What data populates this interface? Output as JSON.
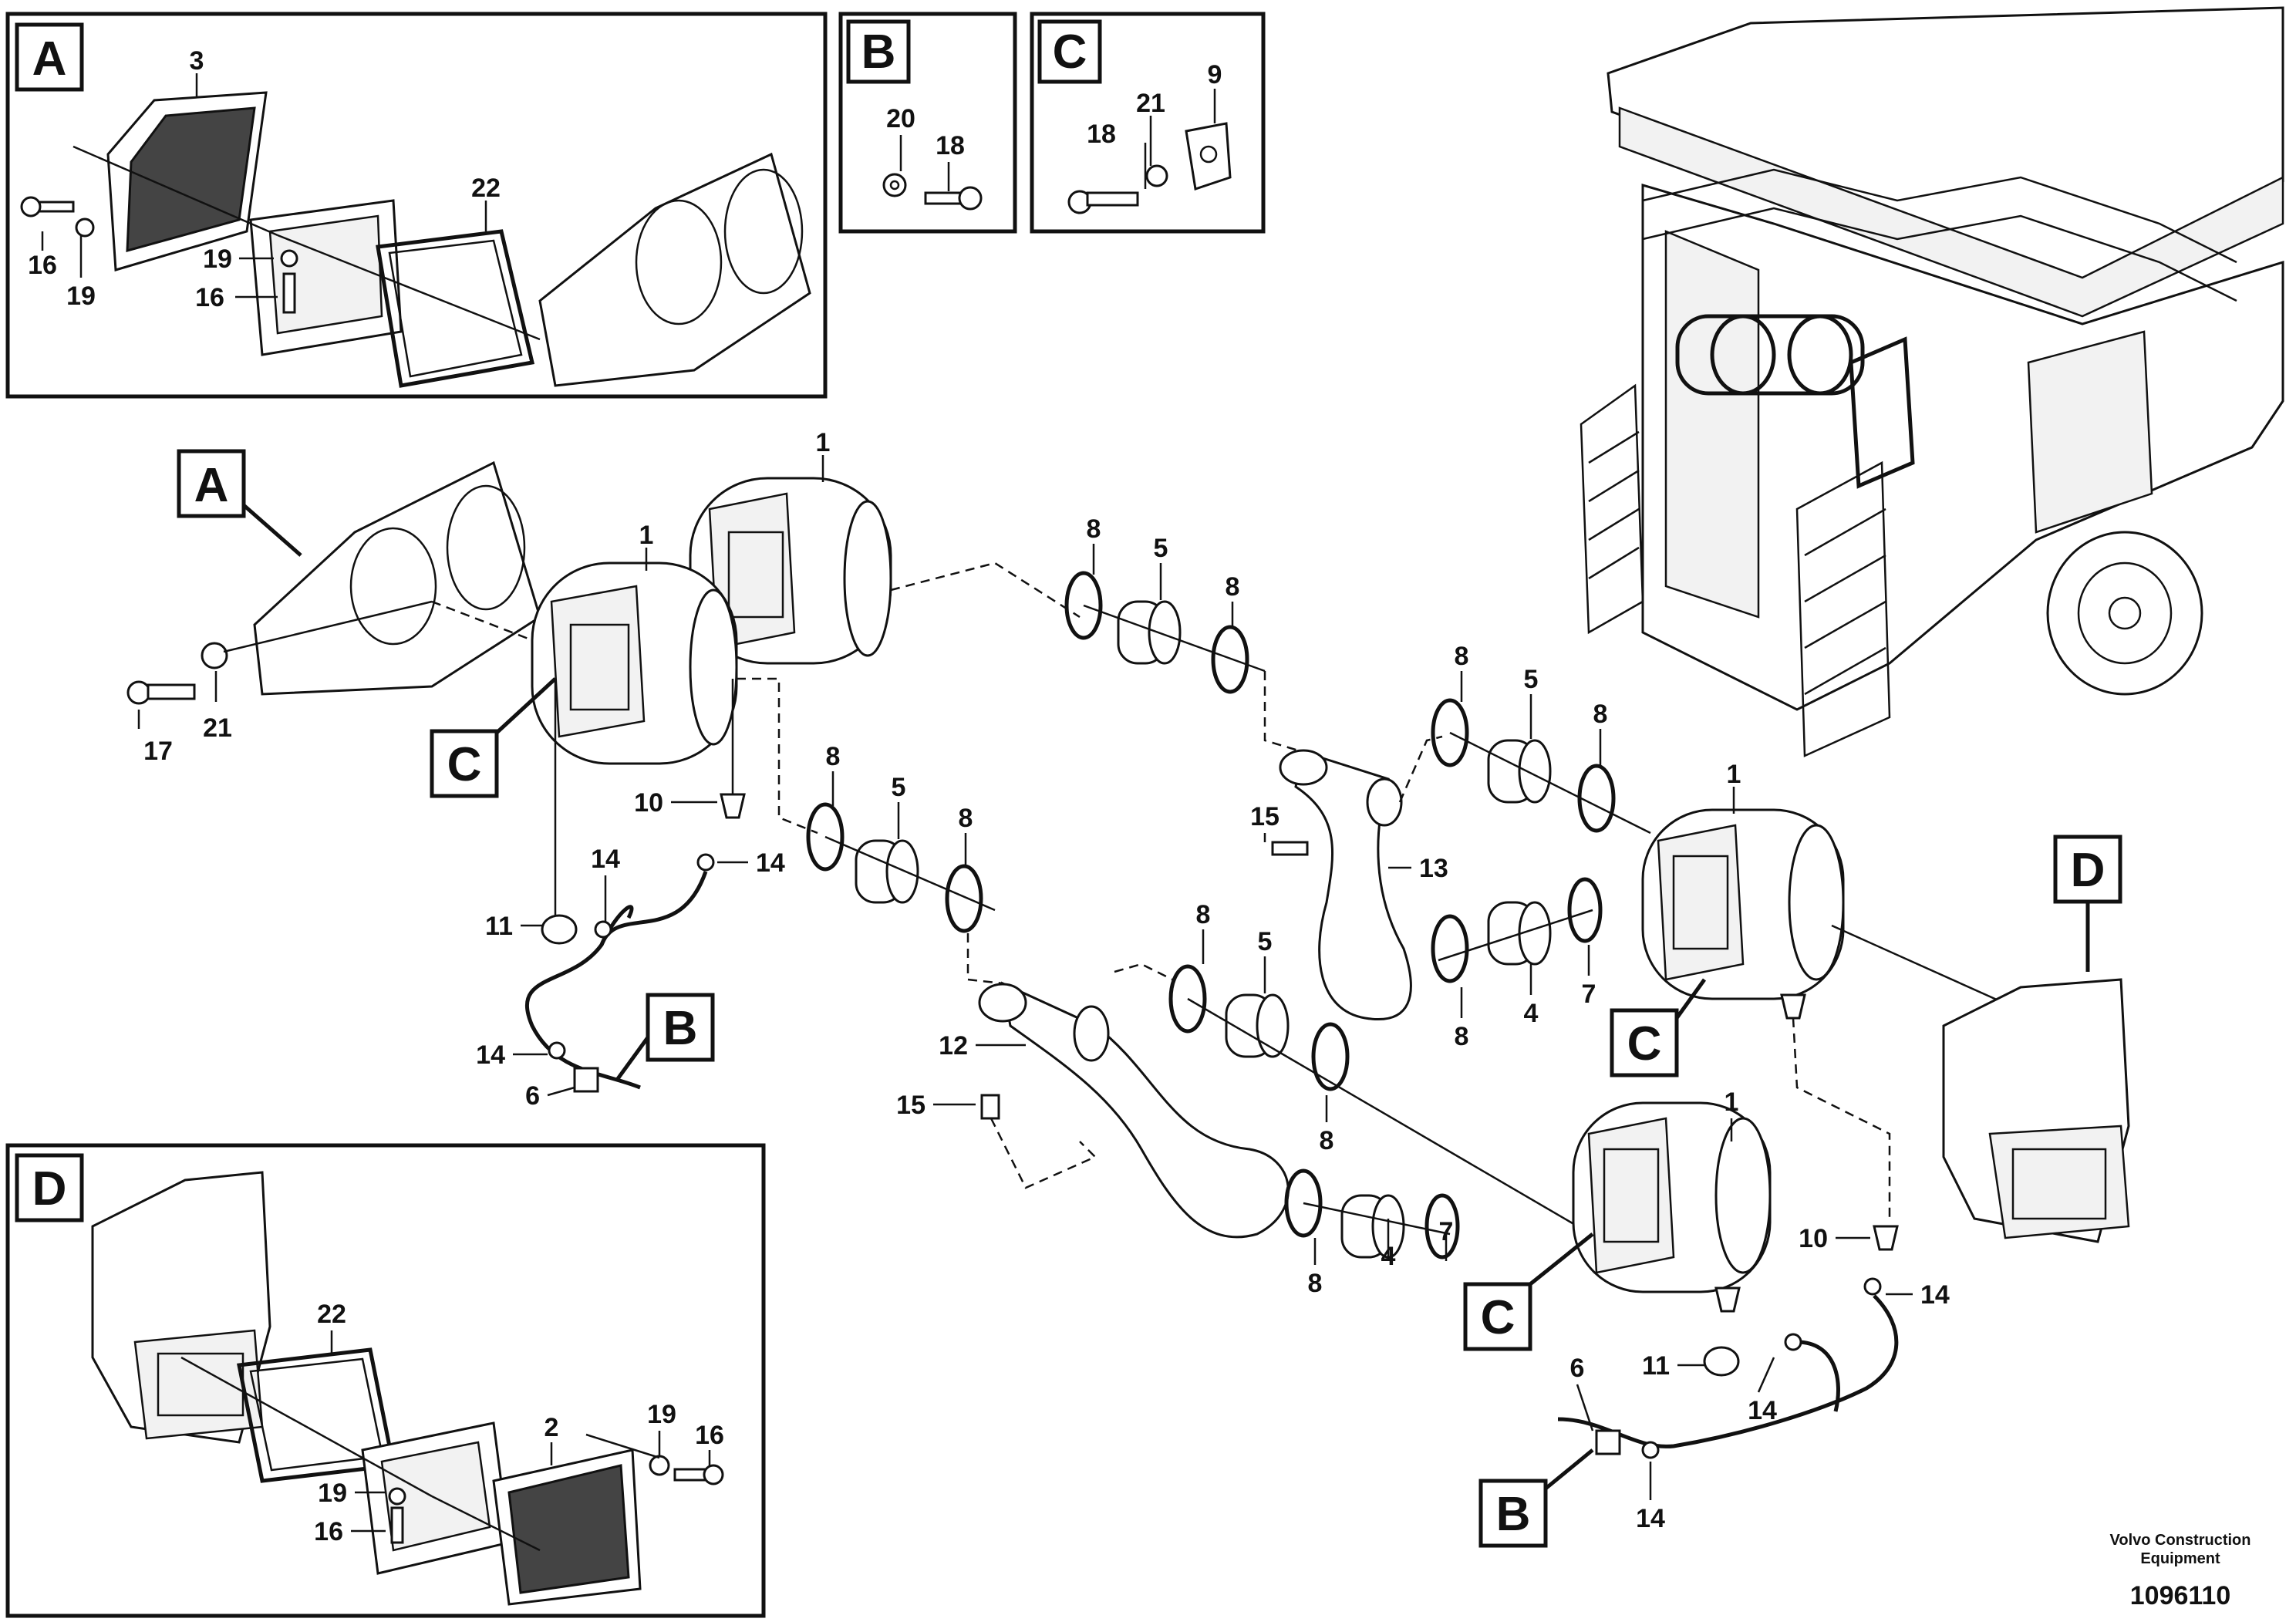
{
  "detail_boxes": {
    "A": "A",
    "B": "B",
    "C": "C",
    "D": "D"
  },
  "callouts": {
    "a_3": "3",
    "a_22": "22",
    "a_16a": "16",
    "a_19a": "19",
    "a_19b": "19",
    "a_16b": "16",
    "b_20": "20",
    "b_18": "18",
    "c_18": "18",
    "c_21": "21",
    "c_9": "9",
    "m_A": "A",
    "m_C1": "C",
    "m_17": "17",
    "m_21": "21",
    "m_1a": "1",
    "m_1b": "1",
    "m_8a": "8",
    "m_5a": "5",
    "m_8b": "8",
    "m_10a": "10",
    "m_14a": "14",
    "m_14b": "14",
    "m_11a": "11",
    "m_14c": "14",
    "m_6a": "6",
    "m_B1": "B",
    "m_8c": "8",
    "m_5b": "5",
    "m_8d": "8",
    "m_12": "12",
    "m_15a": "15",
    "m_8e": "8",
    "m_5c": "5",
    "m_8f": "8",
    "m_8g": "8",
    "m_4a": "4",
    "m_7a": "7",
    "m_8h": "8",
    "m_5d": "5",
    "m_8i": "8",
    "m_15b": "15",
    "m_13": "13",
    "m_8j": "8",
    "m_4b": "4",
    "m_7b": "7",
    "m_1c": "1",
    "m_C2": "C",
    "m_D": "D",
    "m_1d": "1",
    "m_C3": "C",
    "m_10b": "10",
    "m_14d": "14",
    "m_11b": "11",
    "m_14e": "14",
    "m_6b": "6",
    "m_B2": "B",
    "m_14f": "14",
    "d_22": "22",
    "d_2": "2",
    "d_19a": "19",
    "d_16a": "16",
    "d_19b": "19",
    "d_16b": "16"
  },
  "footer": {
    "brand_line1": "Volvo Construction",
    "brand_line2": "Equipment",
    "document_number": "1096110"
  }
}
